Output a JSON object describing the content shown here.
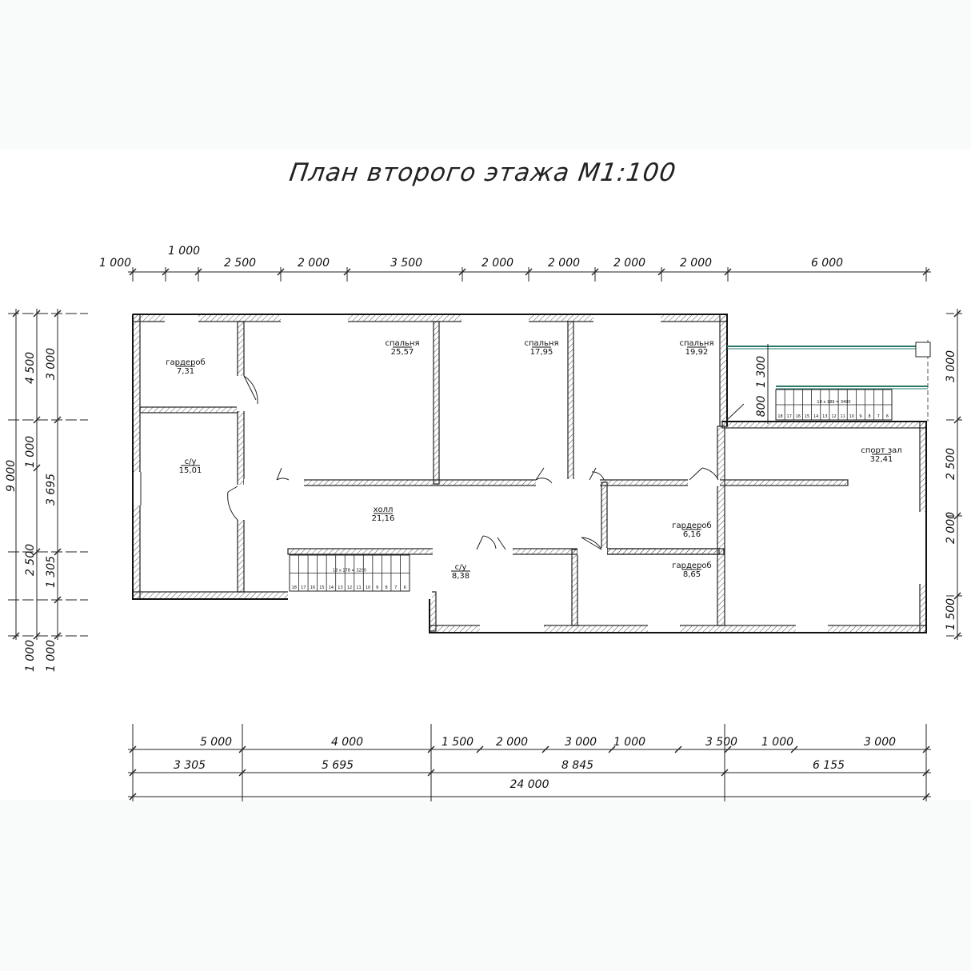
{
  "title": "План второго этажа М1:100",
  "top_dims": [
    "1 000",
    "1 000",
    "2 500",
    "2 000",
    "3 500",
    "2 000",
    "2 000",
    "2 000",
    "2 000",
    "6 000"
  ],
  "left_dims": {
    "outer": "9 000",
    "mid": [
      "4 500",
      "1 000",
      "2 500",
      "1 000"
    ],
    "inner": [
      "3 000",
      "3 695",
      "1 305",
      "1 000"
    ]
  },
  "right_dims": [
    "3 000",
    "2 500",
    "2 000",
    "1 500"
  ],
  "bottom_dims": {
    "row1": [
      "5 000",
      "4 000",
      "1 500",
      "2 000",
      "3 000",
      "1 000",
      "3 500",
      "1 000",
      "3 000"
    ],
    "row2": [
      "3 305",
      "5 695",
      "8 845",
      "6 155"
    ],
    "row3": [
      "24 000"
    ]
  },
  "side_dims": [
    "1 300",
    "800"
  ],
  "rooms": [
    {
      "name": "гардероб",
      "area": "7,31"
    },
    {
      "name": "спальня",
      "area": "25,57"
    },
    {
      "name": "спальня",
      "area": "17,95"
    },
    {
      "name": "спальня",
      "area": "19,92"
    },
    {
      "name": "с/у",
      "area": "15,01"
    },
    {
      "name": "холл",
      "area": "21,16"
    },
    {
      "name": "спорт зал",
      "area": "32,41"
    },
    {
      "name": "гардероб",
      "area": "6,16"
    },
    {
      "name": "гардероб",
      "area": "8,65"
    },
    {
      "name": "с/у",
      "area": "8,38"
    }
  ],
  "stairs": [
    {
      "label": "18 х 178 = 3200",
      "steps": [
        "18",
        "17",
        "16",
        "15",
        "14",
        "13",
        "12",
        "11",
        "10",
        "9",
        "8",
        "7",
        "6"
      ]
    },
    {
      "label": "18 х 189 = 3400",
      "steps": [
        "18",
        "17",
        "16",
        "15",
        "14",
        "13",
        "12",
        "11",
        "10",
        "9",
        "8",
        "7",
        "6"
      ]
    }
  ]
}
